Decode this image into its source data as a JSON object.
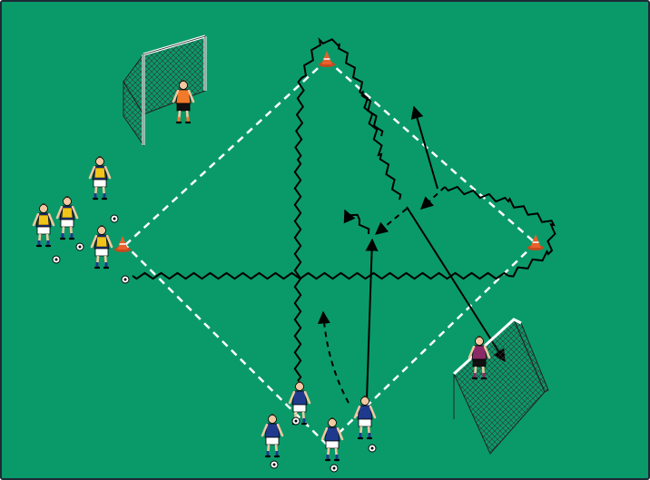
{
  "diagram": {
    "type": "soccer-drill",
    "pitch_color": "#0a9a6a",
    "border_color": "#1d2a36",
    "line_color": "#ffffff",
    "path_color": "#000000",
    "team_a": {
      "shirt": "#1f3a8c",
      "shorts": "#ffffff",
      "count": 4
    },
    "team_b": {
      "shirt": "#1f3a8c",
      "bib": "#f0c419",
      "shorts": "#ffffff",
      "count": 4
    },
    "goalkeeper_top": {
      "shirt": "#f07a2a",
      "shorts": "#111111"
    },
    "goalkeeper_right": {
      "shirt": "#8a2a66",
      "shorts": "#111111"
    },
    "cones": {
      "color": "#e8602a",
      "count": 3
    },
    "goals": {
      "count": 2
    },
    "icons": [
      "cone-icon",
      "ball-icon",
      "goal-icon",
      "player-icon",
      "goalkeeper-icon"
    ]
  }
}
